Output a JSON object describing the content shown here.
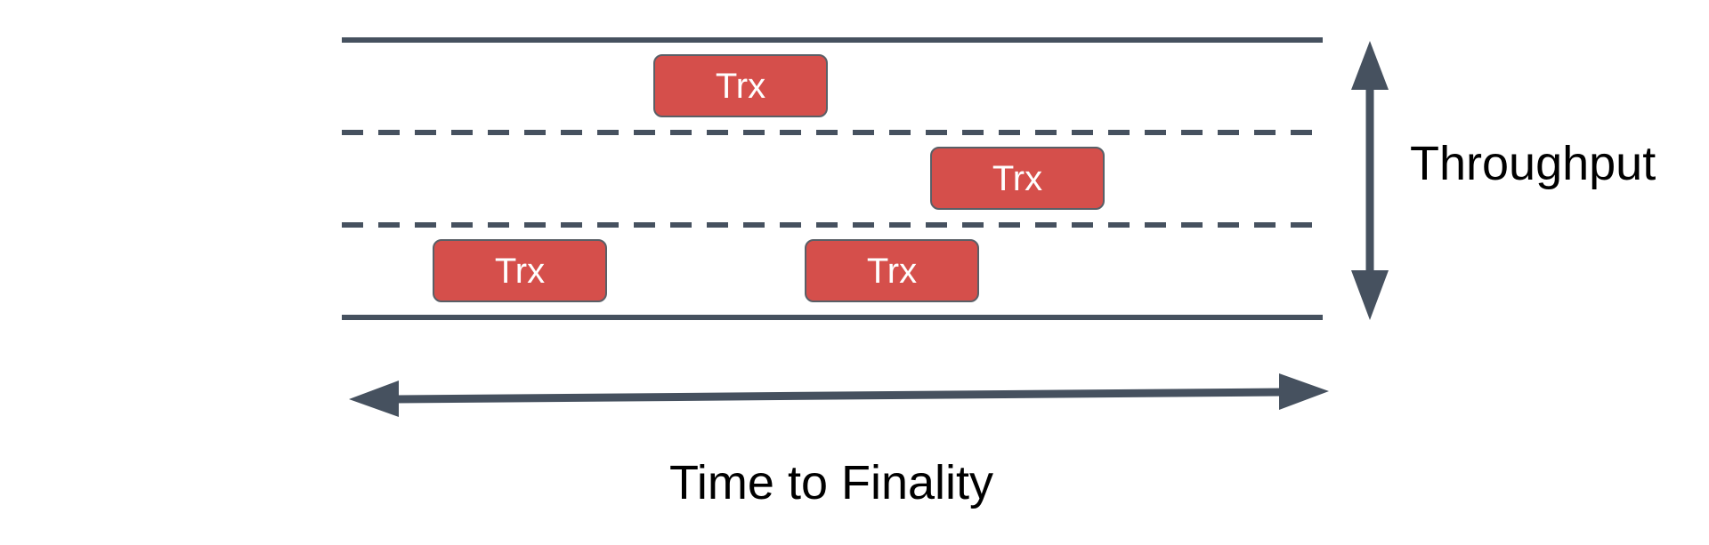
{
  "colors": {
    "lane_line": "#46515f",
    "arrow": "#46515f",
    "trx_fill": "#d54f4b",
    "trx_border": "#5a5f66",
    "trx_text": "#ffffff",
    "label_text": "#000000"
  },
  "transactions": [
    {
      "label": "Trx"
    },
    {
      "label": "Trx"
    },
    {
      "label": "Trx"
    },
    {
      "label": "Trx"
    }
  ],
  "labels": {
    "vertical_axis": "Throughput",
    "horizontal_axis": "Time to Finality"
  }
}
